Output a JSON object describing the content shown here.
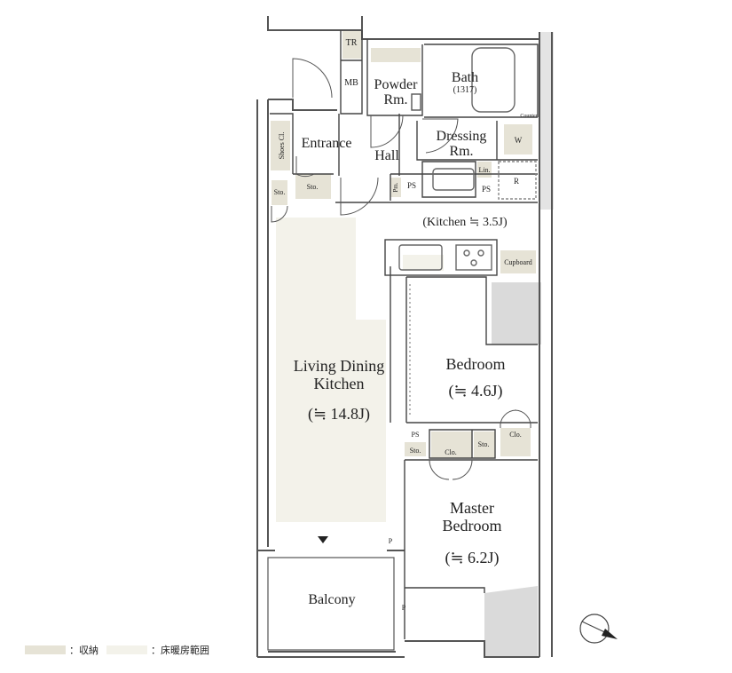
{
  "colors": {
    "wall": "#8a8a8a",
    "line": "#444444",
    "storage": "#e6e3d6",
    "floor_heating": "#f3f2ea",
    "shaded": "#dadada"
  },
  "rooms": {
    "tr": "TR",
    "mb": "MB",
    "powder_1": "Powder",
    "powder_2": "Rm.",
    "bath_1": "Bath",
    "bath_2": "(1317)",
    "entrance": "Entrance",
    "shoes": "Shoes Cl.",
    "hall": "Hall",
    "dressing_1": "Dressing",
    "dressing_2": "Rm.",
    "w": "W",
    "counter": "Counter",
    "lin": "Lin.",
    "ps_kitchen_1": "PS",
    "ps_kitchen_2": "PS",
    "pm": "Pm.",
    "r": "R",
    "sto_entrance_1": "Sto.",
    "sto_entrance_2": "Sto.",
    "kitchen_area": "(Kitchen ≒ 3.5J)",
    "cupboard": "Cupboard",
    "ldk_1": "Living Dining",
    "ldk_2": "Kitchen",
    "ldk_area": "(≒ 14.8J)",
    "bedroom": "Bedroom",
    "bedroom_area": "(≒ 4.6J)",
    "clo_bedroom": "Clo.",
    "ps_mid": "PS",
    "sto_mid": "Sto.",
    "clo_master": "Clo.",
    "sto_master": "Sto.",
    "master_1": "Master",
    "master_2": "Bedroom",
    "master_area": "(≒ 6.2J)",
    "balcony": "Balcony",
    "p_1": "P",
    "p_2": "P"
  },
  "legend": {
    "storage": "：収納",
    "floor_heating": "：床暖房範囲"
  }
}
